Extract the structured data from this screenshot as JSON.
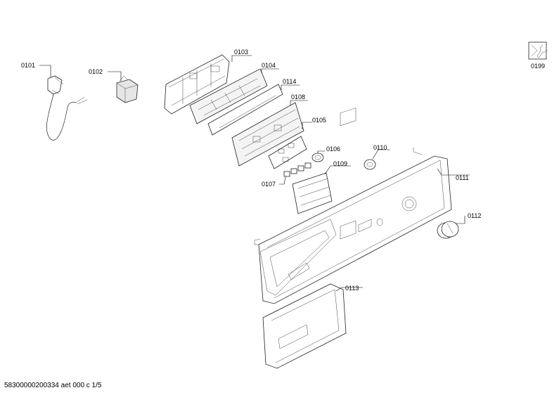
{
  "labels": {
    "p0101": "0101",
    "p0102": "0102",
    "p0103": "0103",
    "p0104": "0104",
    "p0114": "0114",
    "p0108": "0108",
    "p0105": "0105",
    "p0106": "0106",
    "p0110": "0110",
    "p0107": "0107",
    "p0109": "0109",
    "p0111": "0111",
    "p0112": "0112",
    "p0113": "0113",
    "p0199": "0199"
  },
  "footer": "58300000200334 aet 000 c 1/5"
}
